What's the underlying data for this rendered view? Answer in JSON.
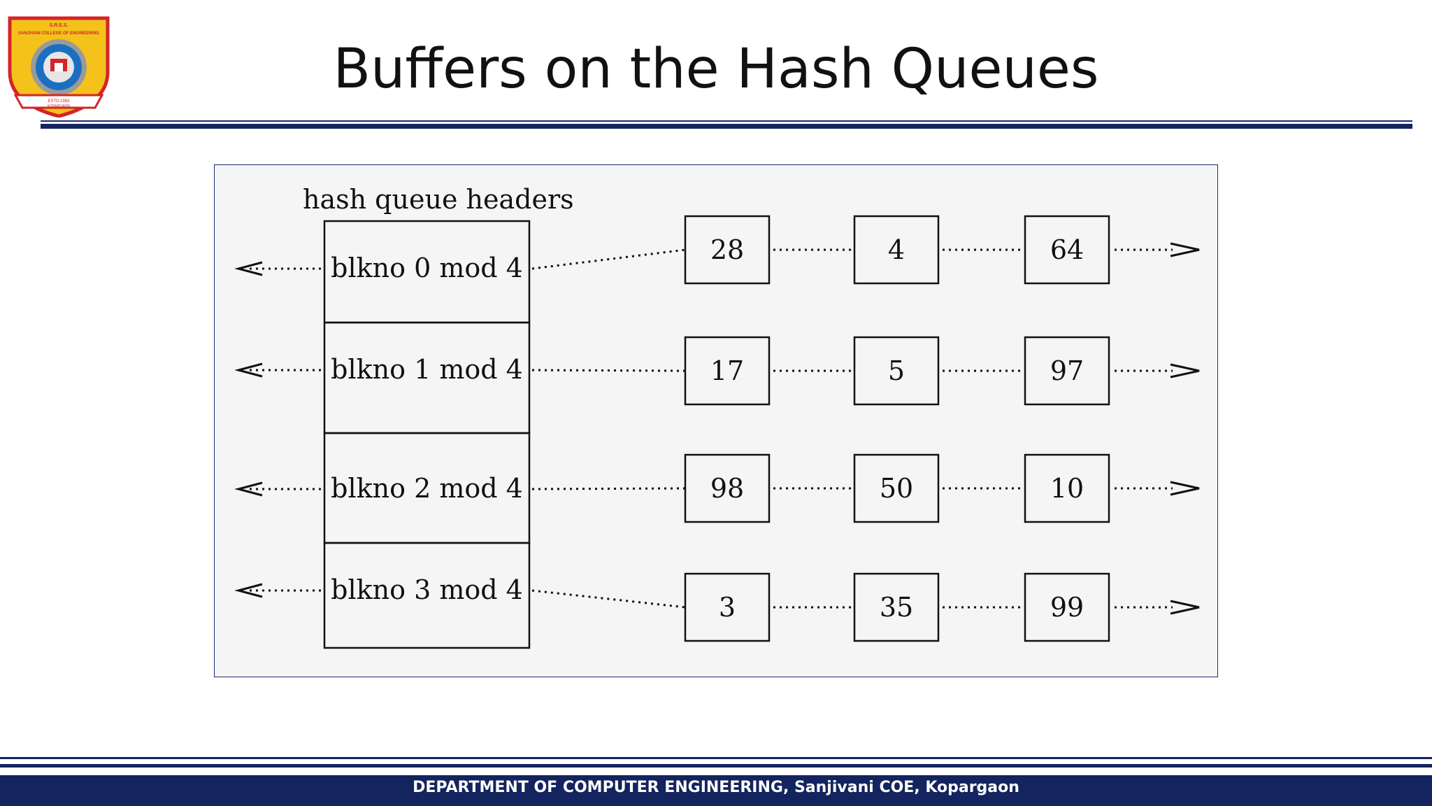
{
  "slide": {
    "title": "Buffers on the Hash Queues",
    "footer": "DEPARTMENT OF COMPUTER ENGINEERING,  Sanjivani COE, Kopargaon"
  },
  "logo": {
    "top_text": "S.R.E.S.",
    "name": "SANJIVANI COLLEGE OF ENGINEERING",
    "year": "ESTD:1983",
    "place": "KOPARGAON"
  },
  "diagram": {
    "header_label": "hash queue headers",
    "rows": [
      {
        "label": "blkno 0 mod 4",
        "buffers": [
          "28",
          "4",
          "64"
        ]
      },
      {
        "label": "blkno 1 mod 4",
        "buffers": [
          "17",
          "5",
          "97"
        ]
      },
      {
        "label": "blkno 2 mod 4",
        "buffers": [
          "98",
          "50",
          "10"
        ]
      },
      {
        "label": "blkno 3 mod 4",
        "buffers": [
          "3",
          "35",
          "99"
        ]
      }
    ]
  },
  "colors": {
    "navy": "#13245e",
    "logo_red": "#d3252a",
    "logo_yellow": "#f4c21b",
    "logo_blue": "#1b6fc1"
  }
}
